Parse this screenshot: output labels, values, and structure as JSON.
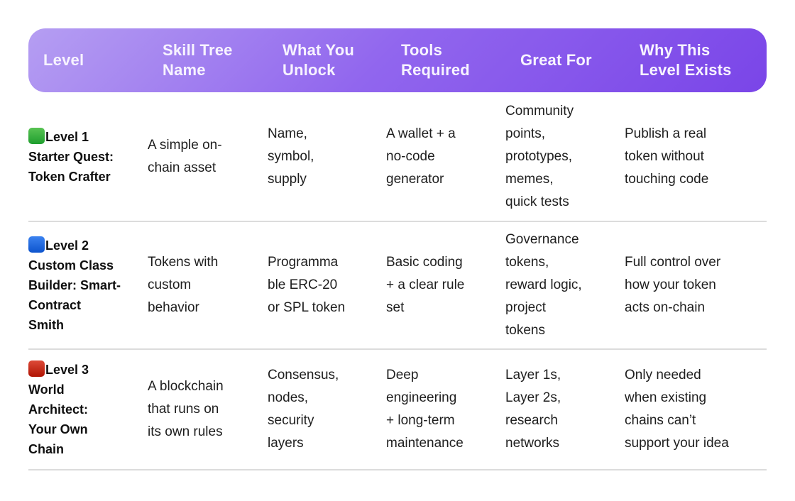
{
  "header": {
    "columns": [
      {
        "label": "Level"
      },
      {
        "label": "Skill Tree\nName"
      },
      {
        "label": "What You\nUnlock"
      },
      {
        "label": "Tools\nRequired"
      },
      {
        "label": "Great For"
      },
      {
        "label": "Why This\nLevel Exists"
      }
    ],
    "gradient_start": "#b59ef2",
    "gradient_end": "#7a45e8",
    "text_color": "#f7f3ff"
  },
  "rows": [
    {
      "level": {
        "icon": "green-square-icon",
        "icon_color": "#2fab39",
        "text": "Level 1\nStarter Quest:\nToken Crafter"
      },
      "skill_tree_name": "A simple on-\nchain asset",
      "what_you_unlock": "Name,\nsymbol,\nsupply",
      "tools_required": "A wallet + a\nno-code\ngenerator",
      "great_for": "Community\npoints,\nprototypes,\nmemes,\nquick tests",
      "why_exists": "Publish a real\ntoken without\ntouching code"
    },
    {
      "level": {
        "icon": "blue-square-icon",
        "icon_color": "#1d6be0",
        "text": "Level 2\nCustom Class\nBuilder: Smart-\nContract\nSmith"
      },
      "skill_tree_name": "Tokens with\ncustom\nbehavior",
      "what_you_unlock": "Programma\nble ERC-20\nor SPL token",
      "tools_required": "Basic coding\n+ a clear rule\nset",
      "great_for": "Governance\ntokens,\nreward logic,\nproject\ntokens",
      "why_exists": "Full control over\nhow your token\nacts on-chain"
    },
    {
      "level": {
        "icon": "red-square-icon",
        "icon_color": "#c92e1e",
        "text": "Level 3\nWorld\nArchitect:\nYour Own\nChain"
      },
      "skill_tree_name": "A blockchain\nthat runs on\nits own rules",
      "what_you_unlock": "Consensus,\nnodes,\nsecurity\nlayers",
      "tools_required": "Deep\nengineering\n+ long-term\nmaintenance",
      "great_for": "Layer 1s,\nLayer 2s,\nresearch\nnetworks",
      "why_exists": "Only needed\nwhen existing\nchains can’t\nsupport your idea"
    }
  ],
  "separator_color": "#dcdcdc"
}
